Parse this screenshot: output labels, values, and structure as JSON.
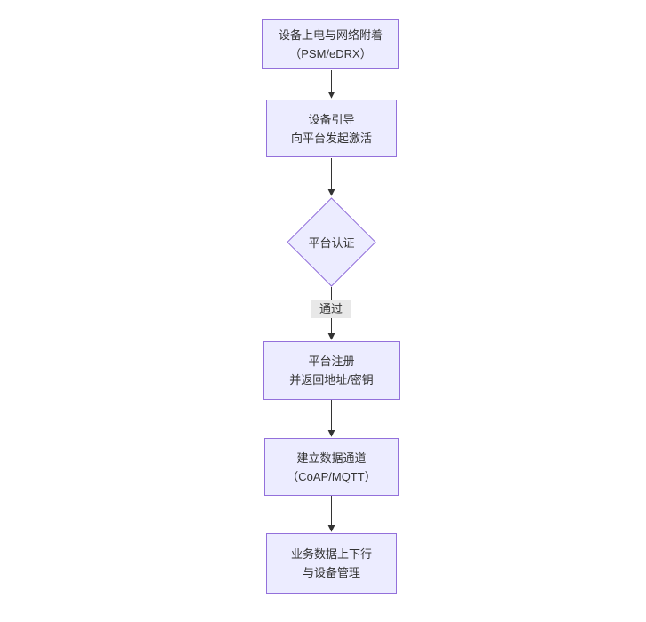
{
  "flowchart": {
    "colors": {
      "background": "#ffffff",
      "node_fill": "#ECECFF",
      "node_border": "#9370DB",
      "line_color": "#333333",
      "text_color": "#333333",
      "edge_label_bg": "#e8e8e8"
    },
    "nodes": [
      {
        "id": "power-attach",
        "shape": "rect",
        "line1": "设备上电与网络附着",
        "line2": "（PSM/eDRX）"
      },
      {
        "id": "bootstrap",
        "shape": "rect",
        "line1": "设备引导",
        "line2": "向平台发起激活"
      },
      {
        "id": "platform-auth",
        "shape": "diamond",
        "line1": "平台认证"
      },
      {
        "id": "platform-register",
        "shape": "rect",
        "line1": "平台注册",
        "line2": "并返回地址/密钥"
      },
      {
        "id": "data-channel",
        "shape": "rect",
        "line1": "建立数据通道",
        "line2": "（CoAP/MQTT）"
      },
      {
        "id": "business-data",
        "shape": "rect",
        "line1": "业务数据上下行",
        "line2": "与设备管理"
      }
    ],
    "edges": [
      {
        "from": "power-attach",
        "to": "bootstrap"
      },
      {
        "from": "bootstrap",
        "to": "platform-auth"
      },
      {
        "from": "platform-auth",
        "to": "platform-register",
        "label": "通过"
      },
      {
        "from": "platform-register",
        "to": "data-channel"
      },
      {
        "from": "data-channel",
        "to": "business-data"
      }
    ]
  }
}
